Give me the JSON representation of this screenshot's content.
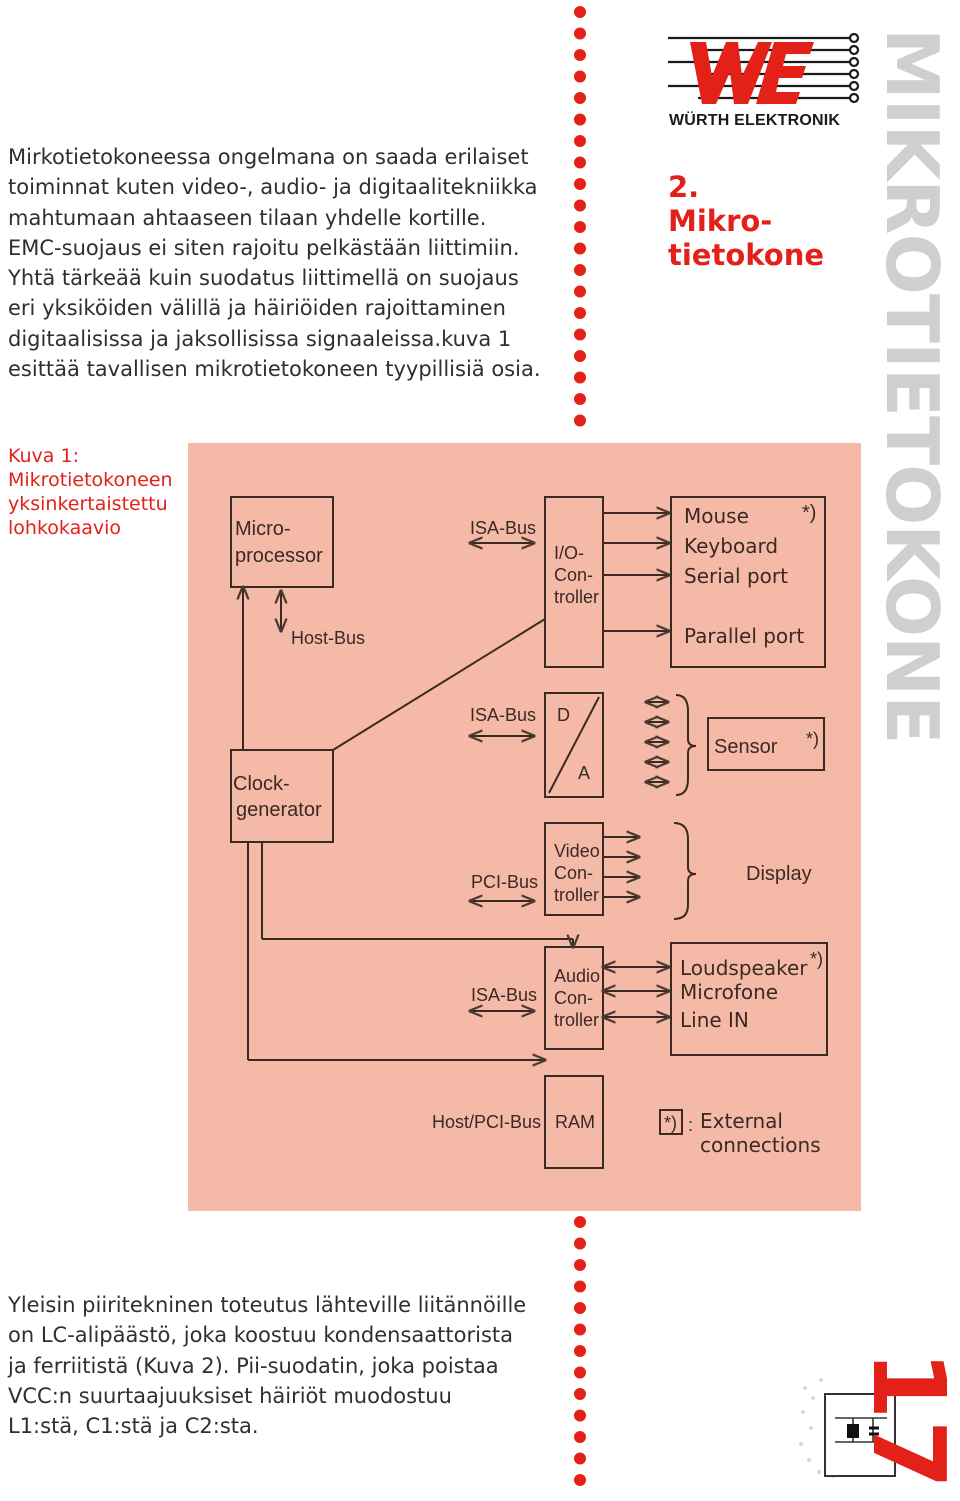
{
  "intro": [
    "Mirkotietokoneessa ongelmana on saada erilaiset",
    "toiminnat kuten video-, audio- ja digitaalitekniikka",
    "mahtumaan ahtaaseen tilaan yhdelle kortille.",
    "EMC-suojaus ei siten rajoitu pelkästään liittimiin.",
    "Yhtä tärkeää kuin suodatus liittimellä on suojaus",
    "eri yksiköiden välillä ja häiriöiden rajoittaminen",
    "digitaalisissa ja jaksollisissa signaaleissa.kuva 1",
    "esittää tavallisen mikrotietokoneen tyypillisiä osia."
  ],
  "caption": [
    "Kuva 1:",
    "Mikrotietokoneen",
    "yksinkertaistettu",
    "lohkokaavio"
  ],
  "outro": [
    "Yleisin piiritekninen toteutus lähteville liitännöille",
    "on LC-alipäästö, joka koostuu kondensaattorista",
    "ja ferriitistä (Kuva 2). Pii-suodatin, joka poistaa",
    "VCC:n suurtaajuuksiset häiriöt muodostuu",
    "L1:stä, C1:stä ja C2:sta."
  ],
  "logo": {
    "brand": "WÜRTH ELEKTRONIK",
    "mark": "WE"
  },
  "section_title": [
    "2.",
    "Mikro-",
    "tietokone"
  ],
  "side_title": "MIKROTIETOKONE",
  "page_number": "17",
  "diagram": {
    "micro": [
      "Micro-",
      "processor"
    ],
    "host_bus": "Host-Bus",
    "clock": [
      "Clock-",
      "generator"
    ],
    "isa_bus": "ISA-Bus",
    "pci_bus": "PCI-Bus",
    "host_pci_bus": "Host/PCI-Bus",
    "io": [
      "I/O-",
      "Con-",
      "troller"
    ],
    "da_d": "D",
    "da_a": "A",
    "video": [
      "Video",
      "Con-",
      "troller"
    ],
    "audio": [
      "Audio",
      "Con-",
      "troller"
    ],
    "ram": "RAM",
    "ports": [
      "Mouse",
      "Keyboard",
      "Serial port",
      "Parallel port"
    ],
    "sensor": "Sensor",
    "display": "Display",
    "audio_ext": [
      "Loudspeaker",
      "Microfone",
      "Line IN"
    ],
    "ext_mark": "*)",
    "legend_sep": ":",
    "legend": [
      "External",
      "connections"
    ]
  },
  "colors": {
    "accent": "#e32119",
    "diagram_fill": "#f5b9a8",
    "side_title": "#cfcfcf"
  }
}
